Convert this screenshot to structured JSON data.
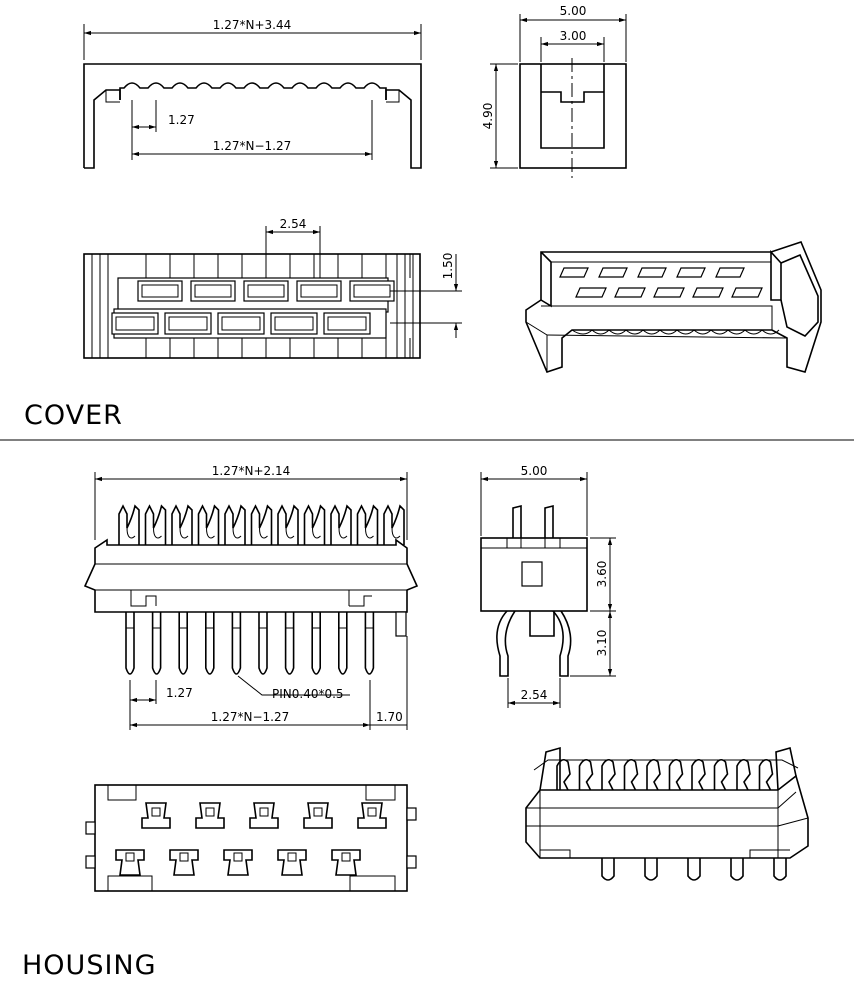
{
  "sections": {
    "cover_title": "COVER",
    "housing_title": "HOUSING"
  },
  "cover": {
    "dim_overall_width": "1.27*N+3.44",
    "dim_pitch": "1.27",
    "dim_span": "1.27*N−1.27",
    "dim_side_outer": "5.00",
    "dim_side_inner": "3.00",
    "dim_side_height": "4.90",
    "dim_row_pitch": "2.54",
    "dim_row_offset": "1.50"
  },
  "housing": {
    "dim_overall_width": "1.27*N+2.14",
    "dim_pitch": "1.27",
    "dim_pin": "PIN0.40*0.5",
    "dim_span": "1.27*N−1.27",
    "dim_end": "1.70",
    "dim_side_width": "5.00",
    "dim_side_height": "3.60",
    "dim_lead_height": "3.10",
    "dim_lead_spacing": "2.54"
  }
}
